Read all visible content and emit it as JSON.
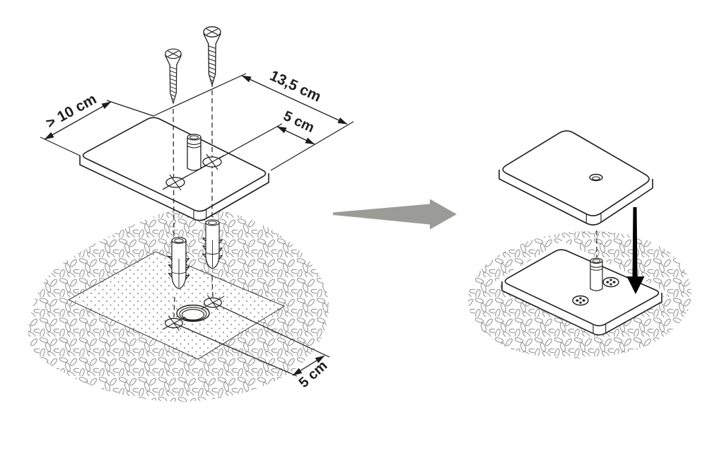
{
  "diagram": {
    "kind": "installation-instruction",
    "labels": {
      "min_depth": "> 10 cm",
      "plate_length": "13,5 cm",
      "edge_offset": "5 cm",
      "hole_spacing": "5 cm"
    },
    "colors": {
      "line": "#1d1d1b",
      "texture": "#8c8c8c",
      "dots": "#7d7d7d",
      "transition_arrow": "#9b9b97",
      "direction_arrow": "#000000",
      "background": "#ffffff"
    }
  }
}
